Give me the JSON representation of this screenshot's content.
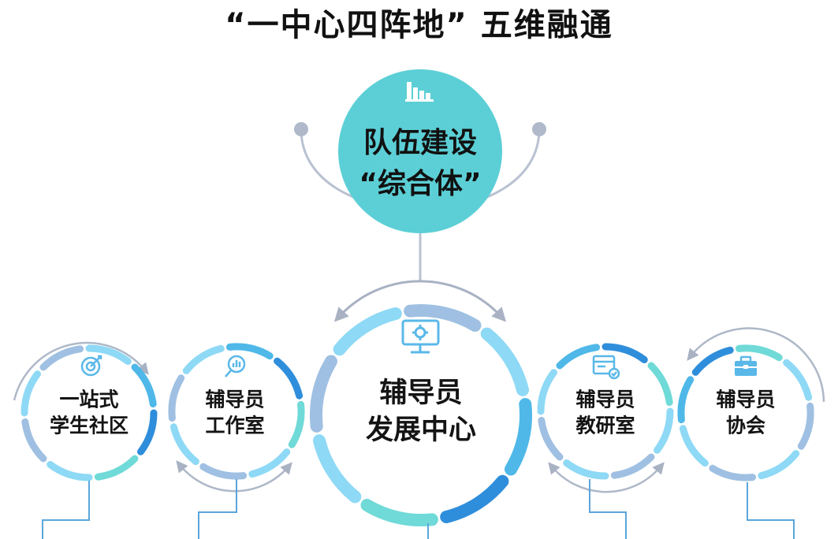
{
  "title": "“一中心四阵地” 五维融通",
  "top_node": {
    "line1": "队伍建设",
    "line2": "“综合体”",
    "icon": "bar-chart-icon"
  },
  "center_node": {
    "line1": "辅导员",
    "line2": "发展中心",
    "icon": "monitor-gear-icon"
  },
  "nodes": [
    {
      "line1": "一站式",
      "line2": "学生社区",
      "icon": "target-icon"
    },
    {
      "line1": "辅导员",
      "line2": "工作室",
      "icon": "search-chart-icon"
    },
    {
      "line1": "辅导员",
      "line2": "教研室",
      "icon": "document-check-icon"
    },
    {
      "line1": "辅导员",
      "line2": "协会",
      "icon": "briefcase-icon"
    }
  ],
  "colors": {
    "teal_circle": "#5ccfd6",
    "arc_gray": "#b9c2d2",
    "ring_light": "#8ed9f5",
    "ring_mid": "#4fb8e8",
    "ring_dark": "#2f8edb",
    "ring_steel": "#9fc0e2",
    "ring_mint": "#6fdad8",
    "line_blue": "#5ba6dc"
  }
}
